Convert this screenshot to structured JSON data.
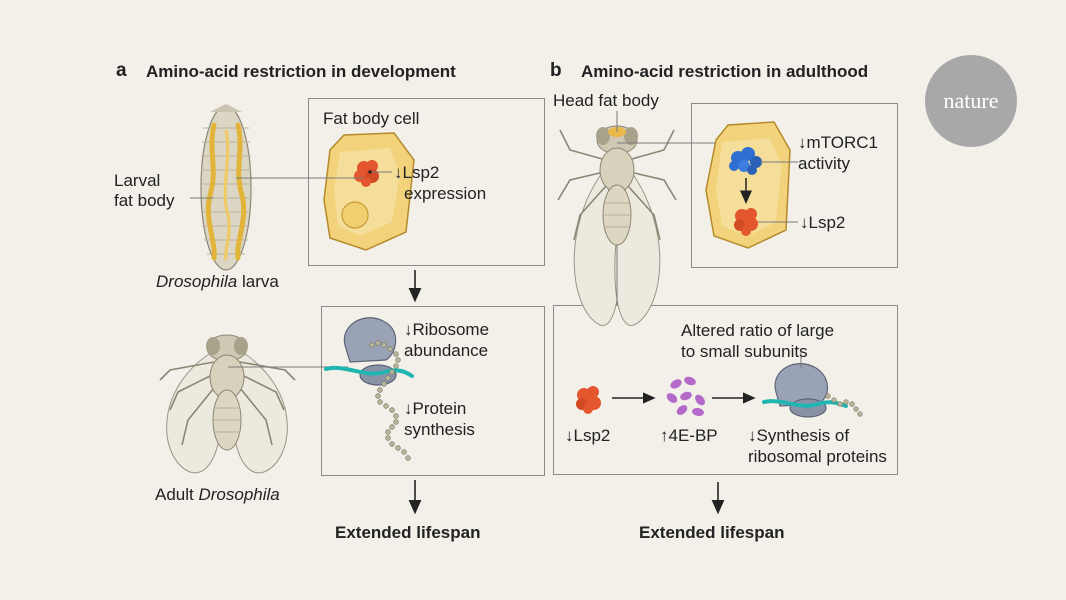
{
  "logo": {
    "text": "nature"
  },
  "panel_a": {
    "letter": "a",
    "title": "Amino-acid restriction in development",
    "larval_label_1": "Larval",
    "larval_label_2": "fat body",
    "larva_caption_italic": "Drosophila",
    "larva_caption_rest": " larva",
    "box1_title": "Fat body cell",
    "box1_text_1": "↓Lsp2",
    "box1_text_2": "expression",
    "box2_text_1": "↓Ribosome",
    "box2_text_2": "abundance",
    "box2_text_3": "↓Protein",
    "box2_text_4": "synthesis",
    "adult_caption_plain": "Adult ",
    "adult_caption_italic": "Drosophila",
    "outcome": "Extended lifespan"
  },
  "panel_b": {
    "letter": "b",
    "title": "Amino-acid restriction in adulthood",
    "head_label": "Head fat body",
    "box1_text_1": "↓mTORC1",
    "box1_text_2": "activity",
    "box1_text_3": "↓Lsp2",
    "box2_title_1": "Altered ratio of large",
    "box2_title_2": "to small subunits",
    "box2_lsp2": "↓Lsp2",
    "box2_4ebp": "↑4E-BP",
    "box2_synth_1": "↓Synthesis of",
    "box2_synth_2": "ribosomal proteins",
    "outcome": "Extended lifespan"
  },
  "colors": {
    "background": "#f3f0ea",
    "fat_cell": "#f2d27a",
    "lsp2": "#e4572e",
    "mtorc1": "#2f6fd1",
    "four_e_bp": "#b46ac9",
    "mrna": "#1fb5b0",
    "ribosome": "#9aa3b5"
  }
}
